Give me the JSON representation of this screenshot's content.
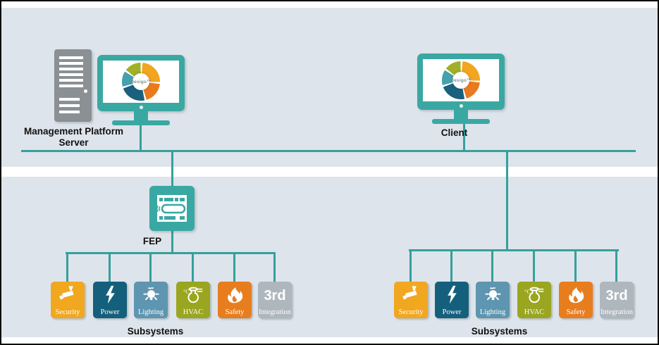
{
  "colors": {
    "teal": "#3aa8a2",
    "line": "#35a09b",
    "background": "#dee4eb",
    "tower_gray": "#8a9093",
    "security": "#f1a71f",
    "power": "#14607c",
    "lighting": "#5e95b0",
    "hvac": "#9aa620",
    "safety": "#e87d1e",
    "integration": "#afb7be"
  },
  "management": {
    "label": "Management Platform Server"
  },
  "client": {
    "label": "Client"
  },
  "monitor": {
    "screen_text": "Desigo™"
  },
  "fep": {
    "label": "FEP"
  },
  "subsystems": {
    "caption": "Subsystems",
    "items": [
      {
        "name": "security",
        "label": "Security",
        "color": "#f1a71f",
        "icon": "cctv-camera-icon"
      },
      {
        "name": "power",
        "label": "Power",
        "color": "#14607c",
        "icon": "lightning-bolt-icon"
      },
      {
        "name": "lighting",
        "label": "Lighting",
        "color": "#5e95b0",
        "icon": "light-bulb-icon"
      },
      {
        "name": "hvac",
        "label": "HVAC",
        "color": "#9aa620",
        "icon": "thermometer-flask-icon"
      },
      {
        "name": "safety",
        "label": "Safety",
        "color": "#e87d1e",
        "icon": "flame-icon"
      },
      {
        "name": "third-party",
        "label": "Integration",
        "big_text": "3rd",
        "color": "#afb7be",
        "icon": "3rd-party-text"
      }
    ]
  }
}
